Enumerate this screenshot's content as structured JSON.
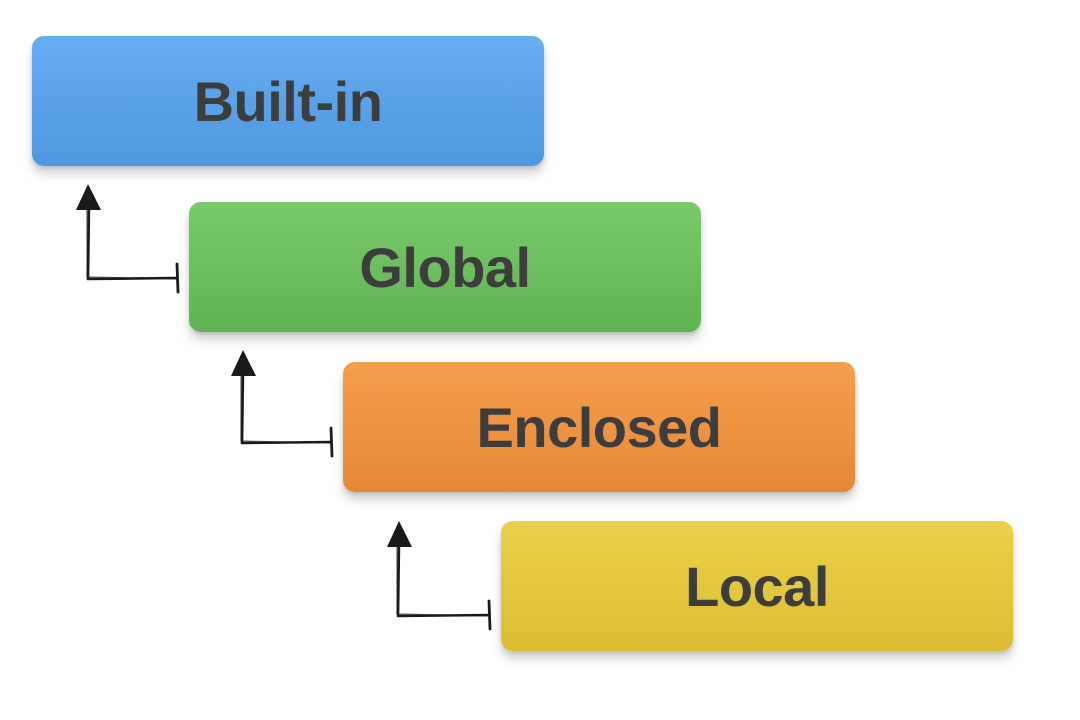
{
  "scopes": [
    {
      "id": "builtin",
      "label": "Built-in",
      "color_top": "#66adf2",
      "color_bottom": "#4f97e0"
    },
    {
      "id": "global",
      "label": "Global",
      "color_top": "#7ac96b",
      "color_bottom": "#60b352"
    },
    {
      "id": "enclosed",
      "label": "Enclosed",
      "color_top": "#f59e4d",
      "color_bottom": "#e58836"
    },
    {
      "id": "local",
      "label": "Local",
      "color_top": "#ead14a",
      "color_bottom": "#dcbd32"
    }
  ],
  "connectors": [
    {
      "from": "global",
      "to": "builtin",
      "icon": "up-arrow-icon"
    },
    {
      "from": "enclosed",
      "to": "global",
      "icon": "up-arrow-icon"
    },
    {
      "from": "local",
      "to": "enclosed",
      "icon": "up-arrow-icon"
    }
  ],
  "colors": {
    "text": "#3d3d3d",
    "connector": "#1a1a1a"
  }
}
